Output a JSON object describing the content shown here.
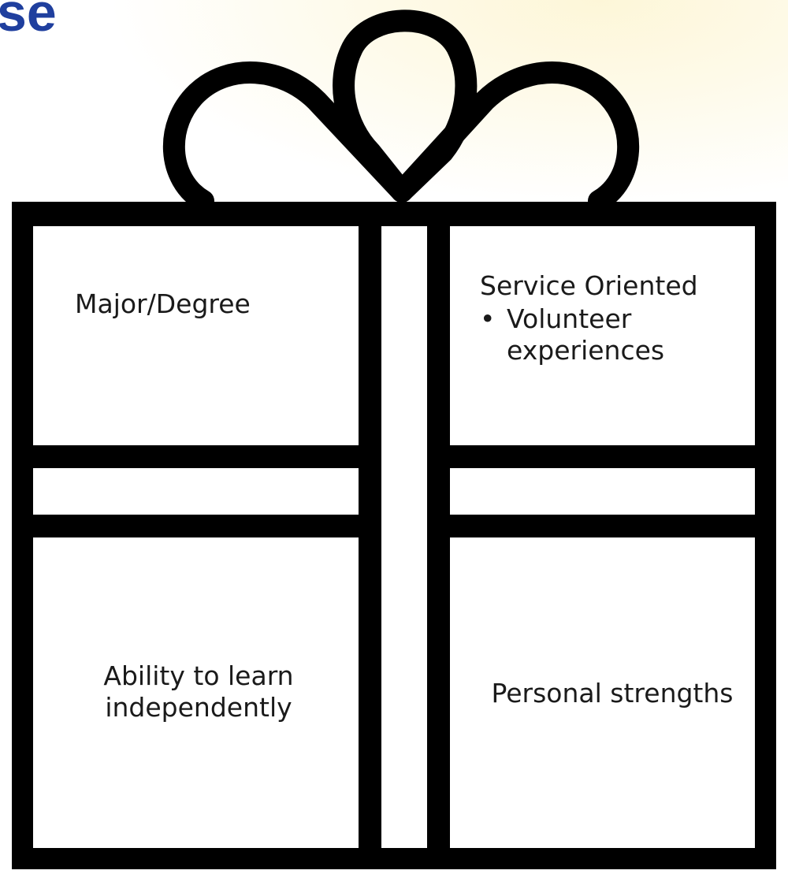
{
  "header": {
    "title_fragment": "se",
    "title_color": "#1f3f9e"
  },
  "gift": {
    "outline_color": "#000000",
    "fill_color": "#ffffff",
    "top_left_label": "Major/Degree",
    "top_right": {
      "title": "Service Oriented",
      "bullet_symbol": "•",
      "bullets": [
        "Volunteer experiences"
      ]
    },
    "bottom_left_label": "Ability to learn independently",
    "bottom_right_label": "Personal strengths"
  }
}
